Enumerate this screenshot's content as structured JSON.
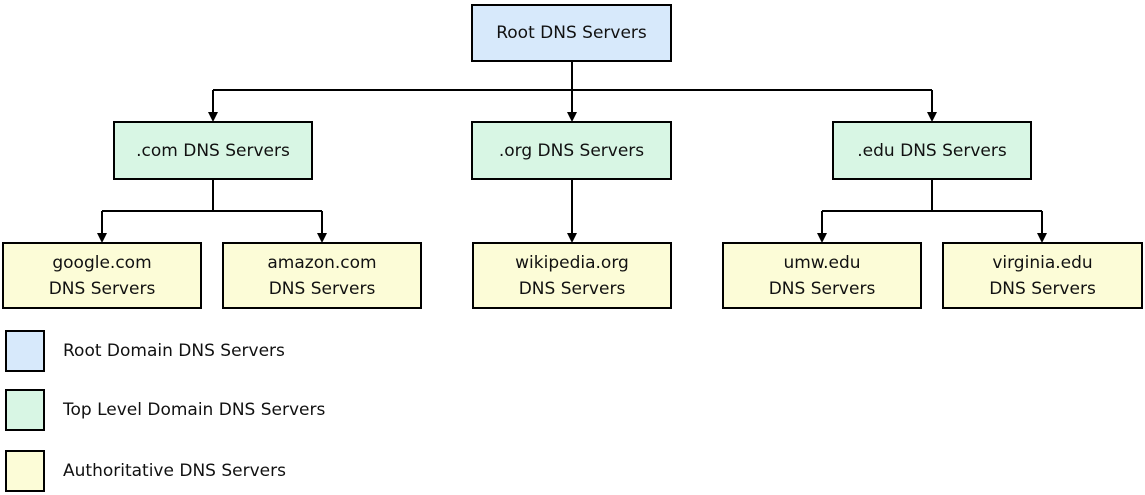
{
  "diagram": {
    "title_semantic": "DNS server hierarchy",
    "root": {
      "label": "Root DNS Servers",
      "fill": "#d7e9fb"
    },
    "tld_fill": "#d8f6e4",
    "tld_nodes": [
      {
        "label": ".com DNS Servers"
      },
      {
        "label": ".org DNS Servers"
      },
      {
        "label": ".edu DNS Servers"
      }
    ],
    "auth_fill": "#fcfcd7",
    "auth_nodes": [
      {
        "line1": "google.com",
        "line2": "DNS Servers"
      },
      {
        "line1": "amazon.com",
        "line2": "DNS Servers"
      },
      {
        "line1": "wikipedia.org",
        "line2": "DNS Servers"
      },
      {
        "line1": "umw.edu",
        "line2": "DNS Servers"
      },
      {
        "line1": "virginia.edu",
        "line2": "DNS Servers"
      }
    ],
    "line_color": "#000000"
  },
  "legend": {
    "items": [
      {
        "label": "Root Domain DNS Servers",
        "color": "#d7e9fb"
      },
      {
        "label": "Top Level Domain DNS Servers",
        "color": "#d8f6e4"
      },
      {
        "label": "Authoritative DNS Servers",
        "color": "#fcfcd7"
      }
    ]
  }
}
